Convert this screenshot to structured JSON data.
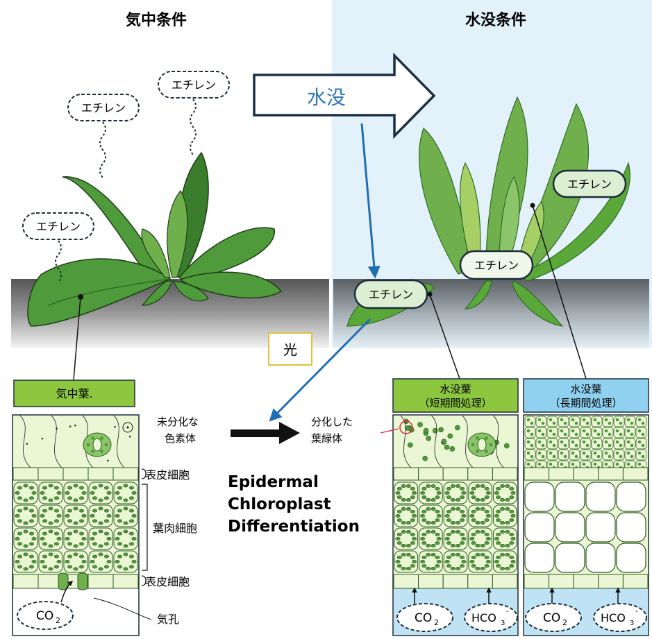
{
  "titles": {
    "left": "気中条件",
    "right": "水没条件"
  },
  "arrow_label": "水没",
  "ethylene": "エチレン",
  "light": "光",
  "boxes": {
    "aerial": "気中葉.",
    "short_1": "水没葉",
    "short_2": "（短期間処理）",
    "long_1": "水没葉",
    "long_2": "（長期間処理）"
  },
  "labels": {
    "undiff_1": "未分化な",
    "undiff_2": "色素体",
    "diff_1": "分化した",
    "diff_2": "葉緑体",
    "epidermis_top": "表皮細胞",
    "mesophyll": "葉肉細胞",
    "epidermis_bottom": "表皮細胞",
    "stomata": "気孔"
  },
  "center_text": [
    "Epidermal",
    "Chloroplast",
    "Differentiation"
  ],
  "gas": {
    "co2": "CO",
    "co2_sub": "2",
    "hco3": "HCO",
    "hco3_sub": "3",
    "hco3_sup": "-"
  },
  "colors": {
    "leaf_green": "#4f9a3a",
    "leaf_dark": "#2f6b24",
    "leaf_light": "#8cc46a",
    "sky_blue": "#e3f2fa",
    "water_blue": "#bfe3f5",
    "box_green": "#8dc63f",
    "box_blue": "#8fd1ef",
    "cell_fill": "#eaf6d4",
    "chloroplast": "#5aa83a",
    "arrow_blue": "#1f6db3",
    "light_border": "#e0c040"
  }
}
